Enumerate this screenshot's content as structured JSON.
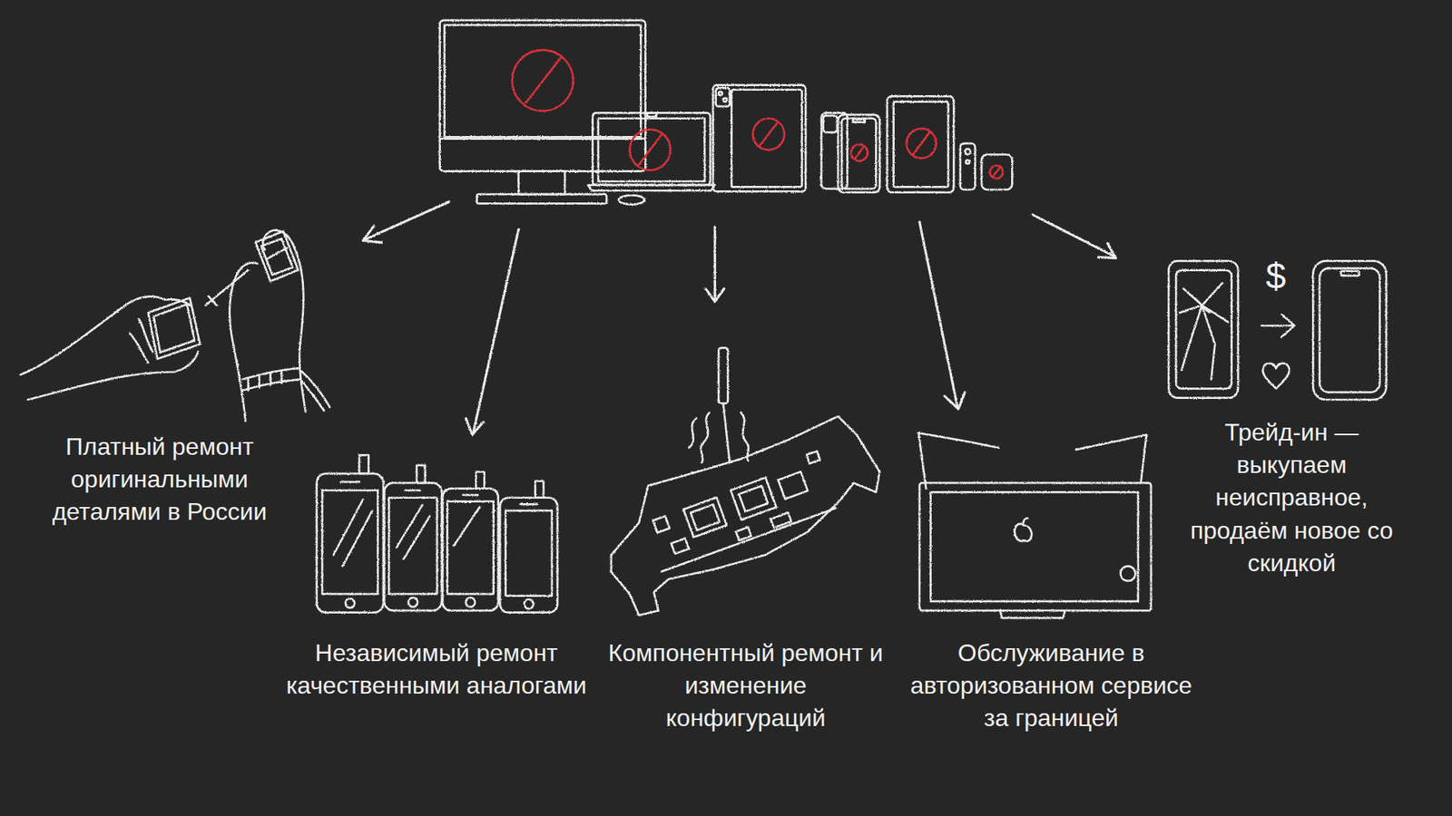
{
  "diagram": {
    "labels": [
      "Платный ремонт оригинальными деталями в России",
      "Независимый ремонт качественными аналогами",
      "Компонентный ремонт и изменение конфигураций",
      "Обслуживание в авторизованном сервисе за границей",
      "Трейд-ин — выкупаем неисправное, продаём новое со скидкой",
      "$"
    ]
  }
}
